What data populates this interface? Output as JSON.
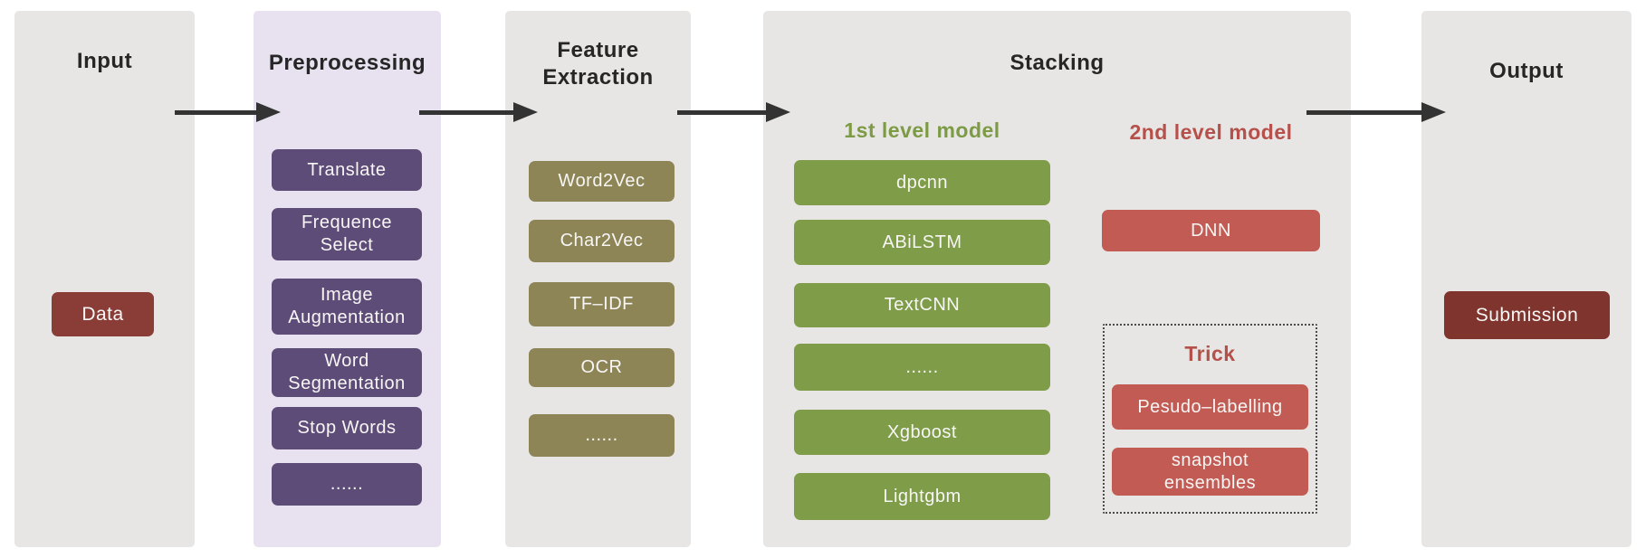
{
  "panels": {
    "input": {
      "title": "Input",
      "box": "Data"
    },
    "preprocessing": {
      "title": "Preprocessing",
      "steps": [
        "Translate",
        "Frequence\nSelect",
        "Image\nAugmentation",
        "Word\nSegmentation",
        "Stop Words",
        "......"
      ]
    },
    "feature_extraction": {
      "title": "Feature\nExtraction",
      "methods": [
        "Word2Vec",
        "Char2Vec",
        "TF–IDF",
        "OCR",
        "......"
      ]
    },
    "stacking": {
      "title": "Stacking",
      "first_level": {
        "heading": "1st level model",
        "models": [
          "dpcnn",
          "ABiLSTM",
          "TextCNN",
          "......",
          "Xgboost",
          "Lightgbm"
        ]
      },
      "second_level": {
        "heading": "2nd level model",
        "models": [
          "DNN"
        ]
      },
      "trick": {
        "heading": "Trick",
        "items": [
          "Pesudo–labelling",
          "snapshot\nensembles"
        ]
      }
    },
    "output": {
      "title": "Output",
      "box": "Submission"
    }
  },
  "colors": {
    "panel_bg": "#e7e6e4",
    "preprocessing_panel_bg": "#e8e2f0",
    "purple_box": "#5d4c78",
    "olive_box": "#8e8557",
    "green_box": "#7f9c49",
    "green_heading": "#7d9b45",
    "red_box": "#c15b53",
    "red_heading": "#b5504a",
    "data_box": "#8a3c37",
    "submission_box": "#7f342e",
    "arrow": "#333333",
    "title_text": "#262626"
  }
}
